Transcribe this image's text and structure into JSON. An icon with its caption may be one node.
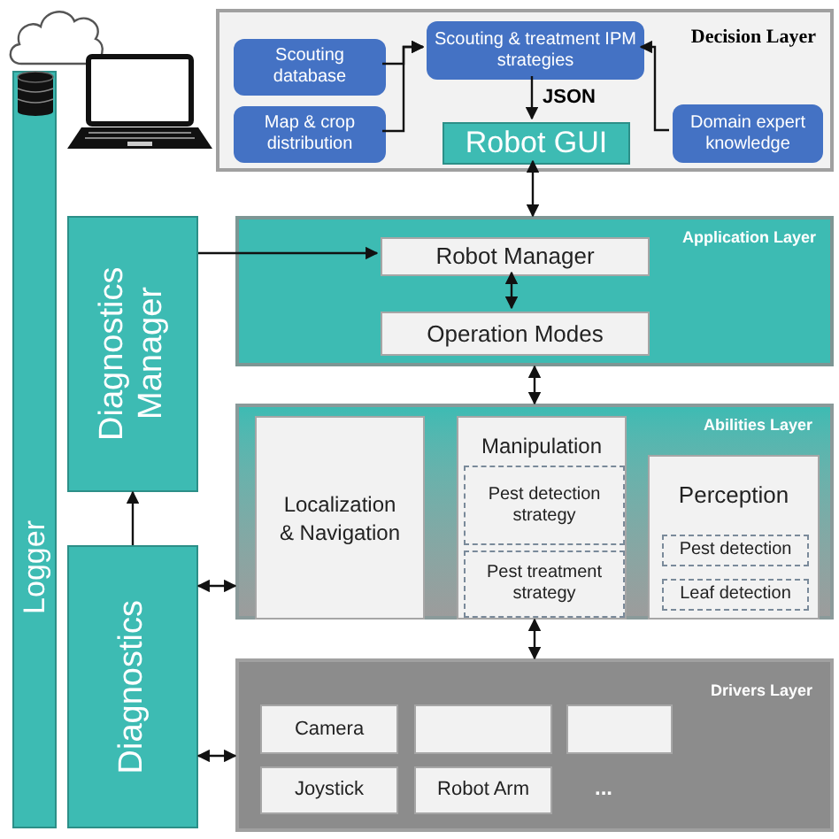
{
  "diagram": {
    "nodes": [
      {
        "text": [
          "Logger"
        ]
      },
      {
        "text": [
          "Decision Layer"
        ]
      },
      {
        "text": [
          "Scouting database"
        ],
        "in": 1
      },
      {
        "text": [
          "Scouting & treatment IPM strategies"
        ],
        "in": 1
      },
      {
        "text": [
          "Map & crop distribution"
        ],
        "in": 1
      },
      {
        "text": [
          "Robot GUI"
        ],
        "in": 1
      },
      {
        "text": [
          "Domain expert knowledge"
        ],
        "in": 1
      },
      {
        "text": [
          "Diagnostics Manager"
        ]
      },
      {
        "text": [
          "Application Layer"
        ]
      },
      {
        "text": [
          "Robot Manager"
        ],
        "in": 8
      },
      {
        "text": [
          "Operation Modes"
        ],
        "in": 8
      },
      {
        "text": [
          "Abilities Layer"
        ]
      },
      {
        "text": [
          "Localization & Navigation"
        ],
        "in": 11
      },
      {
        "text": [
          "Manipulation"
        ],
        "in": 11
      },
      {
        "text": [
          "Pest detection strategy"
        ],
        "in": 13
      },
      {
        "text": [
          "Pest treatment strategy"
        ],
        "in": 13
      },
      {
        "text": [
          "Perception"
        ],
        "in": 11
      },
      {
        "text": [
          "Pest detection"
        ],
        "in": 16
      },
      {
        "text": [
          "Leaf detection"
        ],
        "in": 16
      },
      {
        "text": [
          "Diagnostics"
        ]
      },
      {
        "text": [
          "Drivers Layer"
        ]
      },
      {
        "text": [
          "Camera"
        ],
        "in": 20
      },
      {
        "text": [],
        "shape": "box",
        "in": 20
      },
      {
        "text": [],
        "shape": "box",
        "in": 20
      },
      {
        "text": [
          "Joystick"
        ],
        "in": 20
      },
      {
        "text": [
          "Robot Arm"
        ],
        "in": 20
      }
    ],
    "edges": [
      {
        "from": 2,
        "to": 3,
        "arrow": "to"
      },
      {
        "from": 4,
        "to": 3,
        "arrow": "to"
      },
      {
        "from": 6,
        "to": 3,
        "arrow": "to"
      },
      {
        "from": 3,
        "to": 5,
        "arrow": "to",
        "label": "JSON"
      },
      {
        "from": 5,
        "to": 8,
        "arrow": "both"
      },
      {
        "from": 7,
        "to": 9,
        "arrow": "to"
      },
      {
        "from": 9,
        "to": 10,
        "arrow": "both"
      },
      {
        "from": 8,
        "to": 11,
        "arrow": "both"
      },
      {
        "from": 19,
        "to": 7,
        "arrow": "to"
      },
      {
        "from": 19,
        "to": 11,
        "arrow": "both"
      },
      {
        "from": 11,
        "to": 20,
        "arrow": "both"
      },
      {
        "from": 19,
        "to": 20,
        "arrow": "both"
      }
    ],
    "labels": [
      "..."
    ]
  }
}
